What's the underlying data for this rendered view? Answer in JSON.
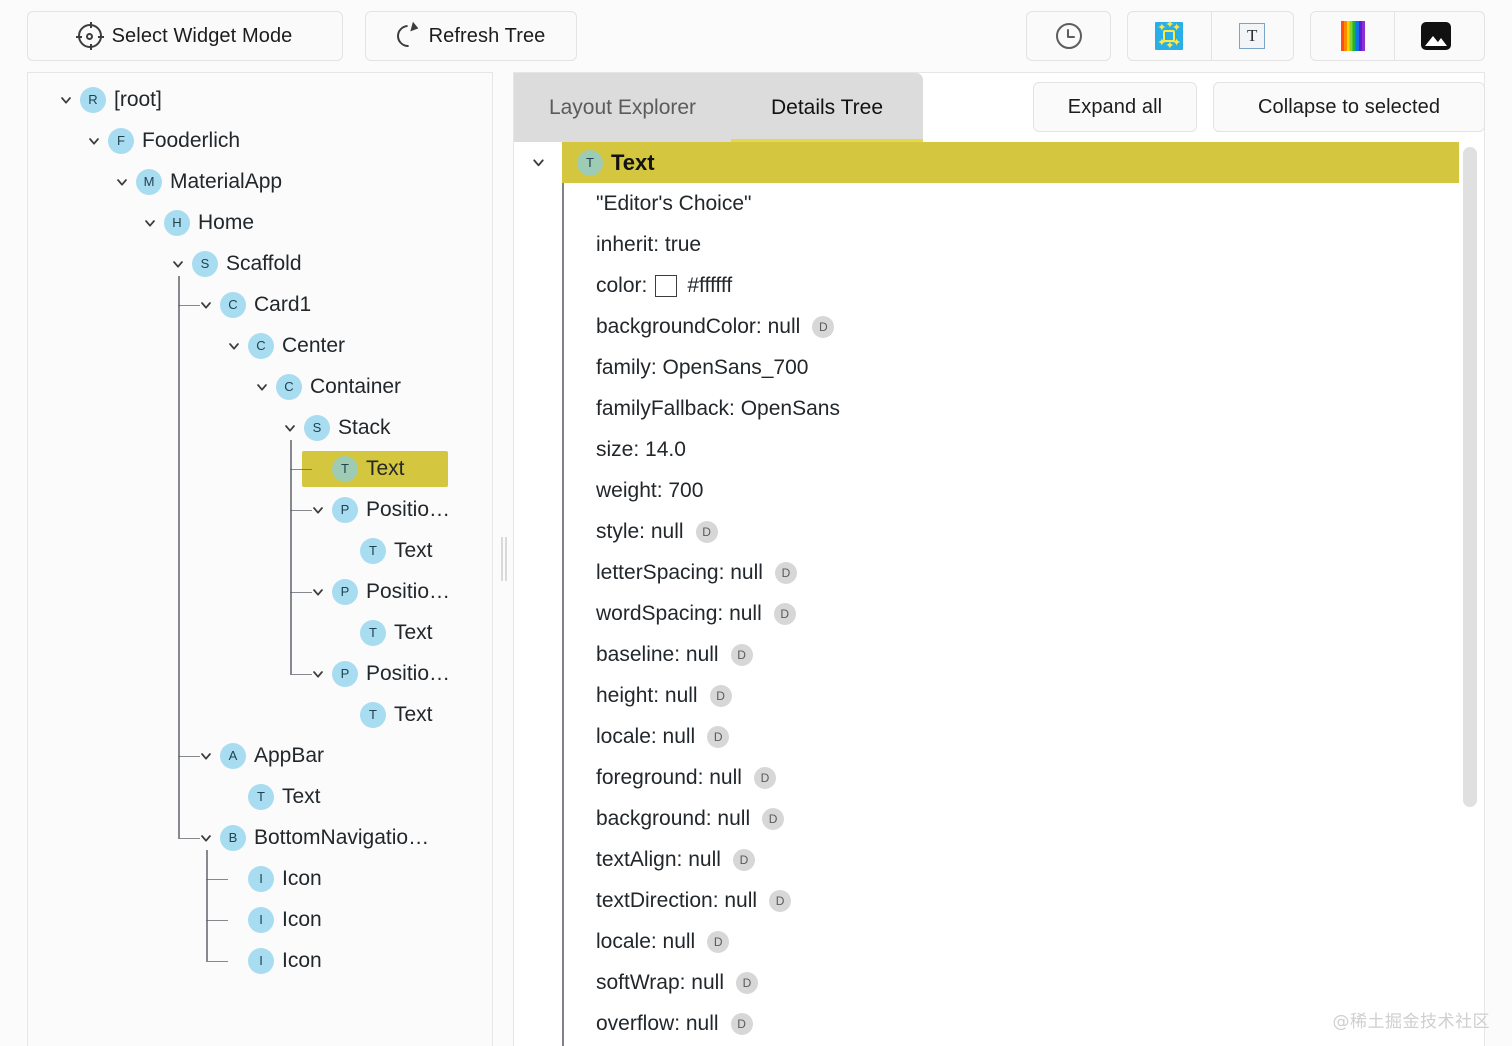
{
  "toolbar": {
    "select_widget_mode": "Select Widget Mode",
    "refresh_tree": "Refresh Tree",
    "icons": {
      "performance_overlay": "clock-icon",
      "baseline_guidelines": "sparkles-icon",
      "text_guidelines": "text-glyph-icon",
      "repaint_rainbow": "rainbow-icon",
      "invert_oversized_images": "image-icon"
    }
  },
  "tree_panel": {
    "nodes": [
      {
        "label": "[root]",
        "badge": "R",
        "depth": 0,
        "caret": "down",
        "selected": false
      },
      {
        "label": "Fooderlich",
        "badge": "F",
        "depth": 1,
        "caret": "down",
        "selected": false
      },
      {
        "label": "MaterialApp",
        "badge": "M",
        "depth": 2,
        "caret": "down",
        "selected": false
      },
      {
        "label": "Home",
        "badge": "H",
        "depth": 3,
        "caret": "down",
        "selected": false
      },
      {
        "label": "Scaffold",
        "badge": "S",
        "depth": 4,
        "caret": "down",
        "selected": false
      },
      {
        "label": "Card1",
        "badge": "C",
        "depth": 5,
        "caret": "down",
        "selected": false
      },
      {
        "label": "Center",
        "badge": "C",
        "depth": 6,
        "caret": "down",
        "selected": false
      },
      {
        "label": "Container",
        "badge": "C",
        "depth": 7,
        "caret": "down",
        "selected": false
      },
      {
        "label": "Stack",
        "badge": "S",
        "depth": 8,
        "caret": "down",
        "selected": false
      },
      {
        "label": "Text",
        "badge": "T",
        "depth": 9,
        "caret": "none",
        "selected": true
      },
      {
        "label": "Positio…",
        "badge": "P",
        "depth": 9,
        "caret": "down",
        "selected": false
      },
      {
        "label": "Text",
        "badge": "T",
        "depth": 10,
        "caret": "none",
        "selected": false
      },
      {
        "label": "Positio…",
        "badge": "P",
        "depth": 9,
        "caret": "down",
        "selected": false
      },
      {
        "label": "Text",
        "badge": "T",
        "depth": 10,
        "caret": "none",
        "selected": false
      },
      {
        "label": "Positio…",
        "badge": "P",
        "depth": 9,
        "caret": "down",
        "selected": false
      },
      {
        "label": "Text",
        "badge": "T",
        "depth": 10,
        "caret": "none",
        "selected": false
      },
      {
        "label": "AppBar",
        "badge": "A",
        "depth": 5,
        "caret": "down",
        "selected": false
      },
      {
        "label": "Text",
        "badge": "T",
        "depth": 6,
        "caret": "none",
        "selected": false
      },
      {
        "label": "BottomNavigatio…",
        "badge": "B",
        "depth": 5,
        "caret": "down",
        "selected": false
      },
      {
        "label": "Icon",
        "badge": "I",
        "depth": 6,
        "caret": "none",
        "selected": false
      },
      {
        "label": "Icon",
        "badge": "I",
        "depth": 6,
        "caret": "none",
        "selected": false
      },
      {
        "label": "Icon",
        "badge": "I",
        "depth": 6,
        "caret": "none",
        "selected": false
      }
    ]
  },
  "details_panel": {
    "tabs": [
      {
        "label": "Layout Explorer",
        "active": false
      },
      {
        "label": "Details Tree",
        "active": true
      }
    ],
    "expand_all": "Expand all",
    "collapse_to_selected": "Collapse to selected",
    "selected_node": {
      "label": "Text",
      "badge": "T"
    },
    "properties": [
      {
        "text": "\"Editor's Choice\"",
        "diagnostic": false,
        "swatch": null
      },
      {
        "text": "inherit: true",
        "diagnostic": false,
        "swatch": null
      },
      {
        "label": "color:",
        "value": "#ffffff",
        "diagnostic": false,
        "swatch": "#ffffff"
      },
      {
        "text": "backgroundColor: null",
        "diagnostic": true,
        "swatch": null
      },
      {
        "text": "family: OpenSans_700",
        "diagnostic": false,
        "swatch": null
      },
      {
        "text": "familyFallback: OpenSans",
        "diagnostic": false,
        "swatch": null
      },
      {
        "text": "size: 14.0",
        "diagnostic": false,
        "swatch": null
      },
      {
        "text": "weight: 700",
        "diagnostic": false,
        "swatch": null
      },
      {
        "text": "style: null",
        "diagnostic": true,
        "swatch": null
      },
      {
        "text": "letterSpacing: null",
        "diagnostic": true,
        "swatch": null
      },
      {
        "text": "wordSpacing: null",
        "diagnostic": true,
        "swatch": null
      },
      {
        "text": "baseline: null",
        "diagnostic": true,
        "swatch": null
      },
      {
        "text": "height: null",
        "diagnostic": true,
        "swatch": null
      },
      {
        "text": "locale: null",
        "diagnostic": true,
        "swatch": null
      },
      {
        "text": "foreground: null",
        "diagnostic": true,
        "swatch": null
      },
      {
        "text": "background: null",
        "diagnostic": true,
        "swatch": null
      },
      {
        "text": "textAlign: null",
        "diagnostic": true,
        "swatch": null
      },
      {
        "text": "textDirection: null",
        "diagnostic": true,
        "swatch": null
      },
      {
        "text": "locale: null",
        "diagnostic": true,
        "swatch": null
      },
      {
        "text": "softWrap: null",
        "diagnostic": true,
        "swatch": null
      },
      {
        "text": "overflow: null",
        "diagnostic": true,
        "swatch": null
      }
    ],
    "diagnostic_badge_letter": "D"
  },
  "watermark": "@稀土掘金技术社区",
  "colors": {
    "selection": "#d4c63f",
    "tab_indicator": "#e6d84a",
    "badge": "#a8dcf0",
    "badge_selected": "#9ecbb4",
    "tabbar_bg": "#dcdcdc"
  }
}
